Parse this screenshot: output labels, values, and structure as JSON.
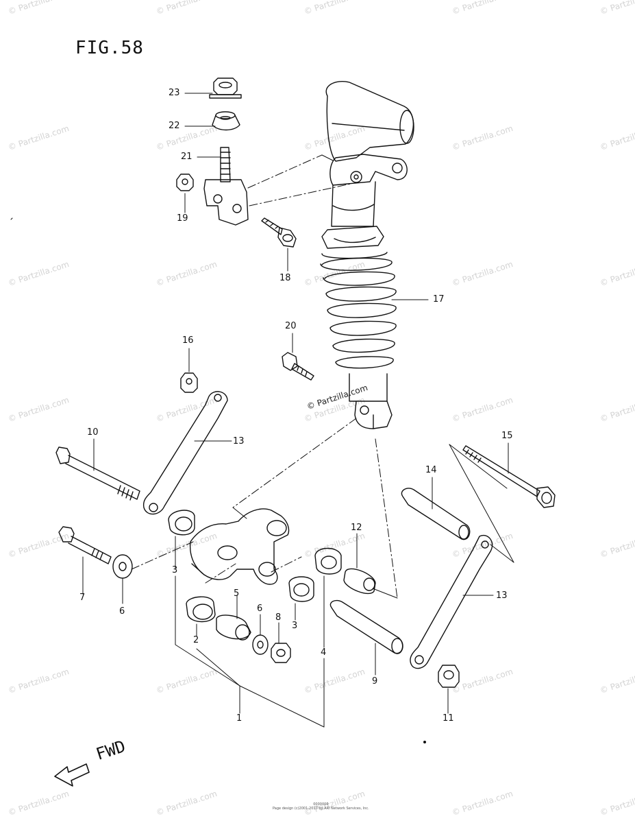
{
  "figure": {
    "title": "FIG.58",
    "fwd_label": "FWD"
  },
  "watermark": {
    "text": "© Partzilla.com",
    "center_text": "© Partzilla.com"
  },
  "callouts": [
    {
      "id": "c23",
      "text": "23"
    },
    {
      "id": "c22",
      "text": "22"
    },
    {
      "id": "c21",
      "text": "21"
    },
    {
      "id": "c19",
      "text": "19"
    },
    {
      "id": "c18",
      "text": "18"
    },
    {
      "id": "c17",
      "text": "17"
    },
    {
      "id": "c20",
      "text": "20"
    },
    {
      "id": "c16",
      "text": "16"
    },
    {
      "id": "c10",
      "text": "10"
    },
    {
      "id": "c13a",
      "text": "13"
    },
    {
      "id": "c15",
      "text": "15"
    },
    {
      "id": "c14",
      "text": "14"
    },
    {
      "id": "c12",
      "text": "12"
    },
    {
      "id": "c7",
      "text": "7"
    },
    {
      "id": "c6a",
      "text": "6"
    },
    {
      "id": "c3a",
      "text": "3"
    },
    {
      "id": "c5",
      "text": "5"
    },
    {
      "id": "c6b",
      "text": "6"
    },
    {
      "id": "c8",
      "text": "8"
    },
    {
      "id": "c3b",
      "text": "3"
    },
    {
      "id": "c2",
      "text": "2"
    },
    {
      "id": "c4",
      "text": "4"
    },
    {
      "id": "c9",
      "text": "9"
    },
    {
      "id": "c13b",
      "text": "13"
    },
    {
      "id": "c1",
      "text": "1"
    },
    {
      "id": "c11",
      "text": "11"
    }
  ],
  "footer": {
    "line1": "0000000",
    "line2": "Page design (c)2001-2017 by ARI Network Services, Inc."
  }
}
